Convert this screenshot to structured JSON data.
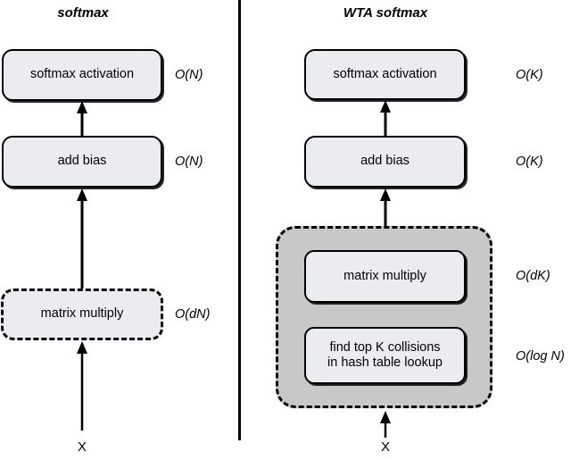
{
  "figure": {
    "divider_color": "#000000",
    "box_fill": "#ebecef",
    "group_fill": "#c8c8c8",
    "stroke": "#000000"
  },
  "left_panel": {
    "title": "softmax",
    "input_label": "X",
    "boxes": [
      {
        "label": "softmax activation",
        "complexity": "O(N)",
        "style": "solid"
      },
      {
        "label": "add bias",
        "complexity": "O(N)",
        "style": "solid"
      },
      {
        "label": "matrix multiply",
        "complexity": "O(dN)",
        "style": "dashed"
      }
    ]
  },
  "right_panel": {
    "title": "WTA softmax",
    "input_label": "X",
    "boxes": [
      {
        "label": "softmax activation",
        "complexity": "O(K)",
        "style": "solid"
      },
      {
        "label": "add bias",
        "complexity": "O(K)",
        "style": "solid"
      }
    ],
    "group": {
      "style": "dashed-gray",
      "boxes": [
        {
          "label": "matrix multiply",
          "complexity": "O(dK)",
          "style": "solid"
        },
        {
          "label": "find top K collisions\nin hash table lookup",
          "complexity": "O(log N)",
          "style": "solid"
        }
      ]
    }
  }
}
